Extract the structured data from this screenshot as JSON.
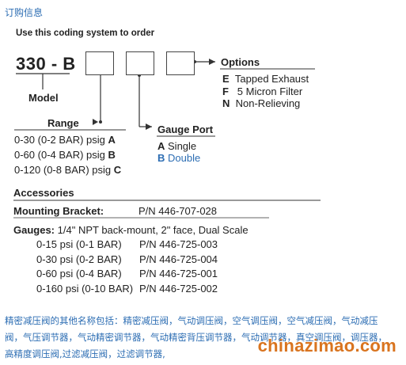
{
  "header": {
    "title": "订购信息"
  },
  "coding": {
    "instruction": "Use this coding system to order",
    "model_code": "330 - B",
    "model_label": "Model"
  },
  "options": {
    "title": "Options",
    "items": [
      {
        "code": "E",
        "text": "Tapped Exhaust"
      },
      {
        "code": "F",
        "text": "5 Micron Filter"
      },
      {
        "code": "N",
        "text": "Non-Relieving"
      }
    ]
  },
  "range": {
    "title": "Range",
    "items": [
      {
        "text": "0-30 (0-2 BAR) psig",
        "code": "A"
      },
      {
        "text": "0-60 (0-4 BAR) psig",
        "code": "B"
      },
      {
        "text": "0-120 (0-8 BAR) psig",
        "code": "C"
      }
    ]
  },
  "gauge_port": {
    "title": "Gauge Port",
    "items": [
      {
        "code": "A",
        "text": "Single"
      },
      {
        "code": "B",
        "text": "Double"
      }
    ]
  },
  "accessories": {
    "title": "Accessories",
    "mounting": {
      "label": "Mounting Bracket:",
      "pn": "P/N 446-707-028"
    },
    "gauges": {
      "label": "Gauges:",
      "desc": "1/4\" NPT back-mount, 2\" face, Dual Scale",
      "items": [
        {
          "range": "0-15 psi (0-1 BAR)",
          "pn": "P/N 446-725-003"
        },
        {
          "range": "0-30 psi (0-2 BAR)",
          "pn": "P/N 446-725-004"
        },
        {
          "range": "0-60 psi (0-4 BAR)",
          "pn": "P/N 446-725-001"
        },
        {
          "range": "0-160 psi (0-10 BAR)",
          "pn": "P/N 446-725-002"
        }
      ]
    }
  },
  "footer": {
    "line1": "精密减压阀的其他名称包括：精密减压阀，气动调压阀，空气调压阀，空气减压阀，气动减压",
    "line2": "阀，气压调节器，气动精密调节器，气动精密背压调节器，气动调节器，真空调压阀，调压器，",
    "line3": "高精度调压阀,过滤减压阀，过滤调节器,"
  },
  "watermark": "chinazimao.com"
}
